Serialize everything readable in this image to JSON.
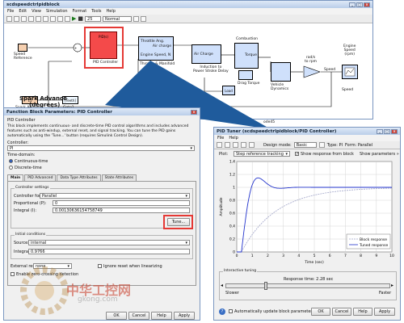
{
  "model_window": {
    "title": "scdspeedctrlpidblock",
    "menu": [
      "File",
      "Edit",
      "View",
      "Simulation",
      "Format",
      "Tools",
      "Help"
    ],
    "stop_time": "25",
    "sim_mode": "Normal",
    "status_right": "ode45",
    "blocks": {
      "speed_reference": "Speed\nReference",
      "pid": "PID(s)",
      "pid_caption": "PID Controller",
      "throttle_top": "Throttle Ang.",
      "throttle_in2": "Engine Speed, N",
      "throttle_out": "Air charge",
      "throttle_caption": "Throttle & Manifold",
      "induction_caption": "Induction to\nPower Stroke Delay",
      "combustion": "Combustion",
      "drag_caption": "Drag Torque",
      "load": "Load",
      "vehicle_caption": "Vehicle\nDynamics",
      "rads_to_rpm": "rad/s\nto rpm",
      "speed_label": "Speed",
      "engine_speed_scope": "Engine\nSpeed\n(rpm)",
      "spark_value": "15",
      "spark_advance": "Spark Advance",
      "goto": "Goto1",
      "teeth": "[Teeth]",
      "spark_big": "Spark Advance",
      "spark_degrees": "(degrees)",
      "air_charge": "Air Charge",
      "torque": "Torque",
      "speed_vertical": "Speed"
    }
  },
  "pid_dialog": {
    "title": "Function Block Parameters: PID Controller",
    "header": "PID Controller",
    "description": "This block implements continuous- and discrete-time PID control algorithms and includes advanced features such as anti-windup, external reset, and signal tracking. You can tune the PID gains automatically using the 'Tune...' button (requires Simulink Control Design).",
    "controller_label": "Controller:",
    "controller_value": "PI",
    "time_domain_label": "Time-domain:",
    "continuous": "Continuous-time",
    "discrete": "Discrete-time",
    "tabs": [
      "Main",
      "PID Advanced",
      "Data Type Attributes",
      "State Attributes"
    ],
    "controller_settings": "Controller settings",
    "form_label": "Controller form:",
    "form_value": "Parallel",
    "p_label": "Proportional (P):",
    "p_value": "0",
    "i_label": "Integral (I):",
    "i_value": "0.00130636154758749",
    "tune": "Tune...",
    "initial_conditions": "Initial conditions",
    "source_label": "Source:",
    "source_value": "internal",
    "integrator_label": "Integrator:",
    "integrator_value": "0.9766",
    "external_reset_label": "External reset:",
    "external_reset_value": "none",
    "ignore_reset": "Ignore reset when linearizing",
    "zero_crossing": "Enable zero-crossing detection",
    "ok": "OK",
    "cancel": "Cancel",
    "help": "Help",
    "apply": "Apply"
  },
  "tuner": {
    "title": "PID Tuner (scdspeedctrlpidblock/PID Controller)",
    "menu": [
      "File",
      "Help"
    ],
    "design_mode_label": "Design mode:",
    "design_mode_value": "Basic",
    "type_text": "Type: PI",
    "form_text": "Form: Parallel",
    "plot_label": "Plot:",
    "plot_value": "Step reference tracking",
    "show_response": "Show response from block",
    "show_parameters": "Show parameters",
    "y_label": "Amplitude",
    "x_label": "Time (sec)",
    "y_ticks": [
      "1.4",
      "1.2",
      "1",
      "0.8",
      "0.6",
      "0.4",
      "0.2",
      "0"
    ],
    "x_ticks": [
      "0",
      "1",
      "2",
      "3",
      "4",
      "5",
      "6",
      "7",
      "8",
      "9",
      "10"
    ],
    "legend": [
      "Block response",
      "Tuned response"
    ],
    "interactive_title": "Interactive tuning",
    "response_time": "Response time: 2.28 sec",
    "slower": "Slower",
    "faster": "Faster",
    "auto_update": "Automatically update block parameters",
    "ok": "OK",
    "cancel": "Cancel",
    "help": "Help",
    "apply": "Apply",
    "colors": {
      "block": "#9fa3c8",
      "tuned": "#2233cc",
      "highlight": "#e53935",
      "triangle": "#1f5b9c"
    }
  },
  "watermark": {
    "chinese": "中华工控网",
    "latin": "gkong.com"
  }
}
